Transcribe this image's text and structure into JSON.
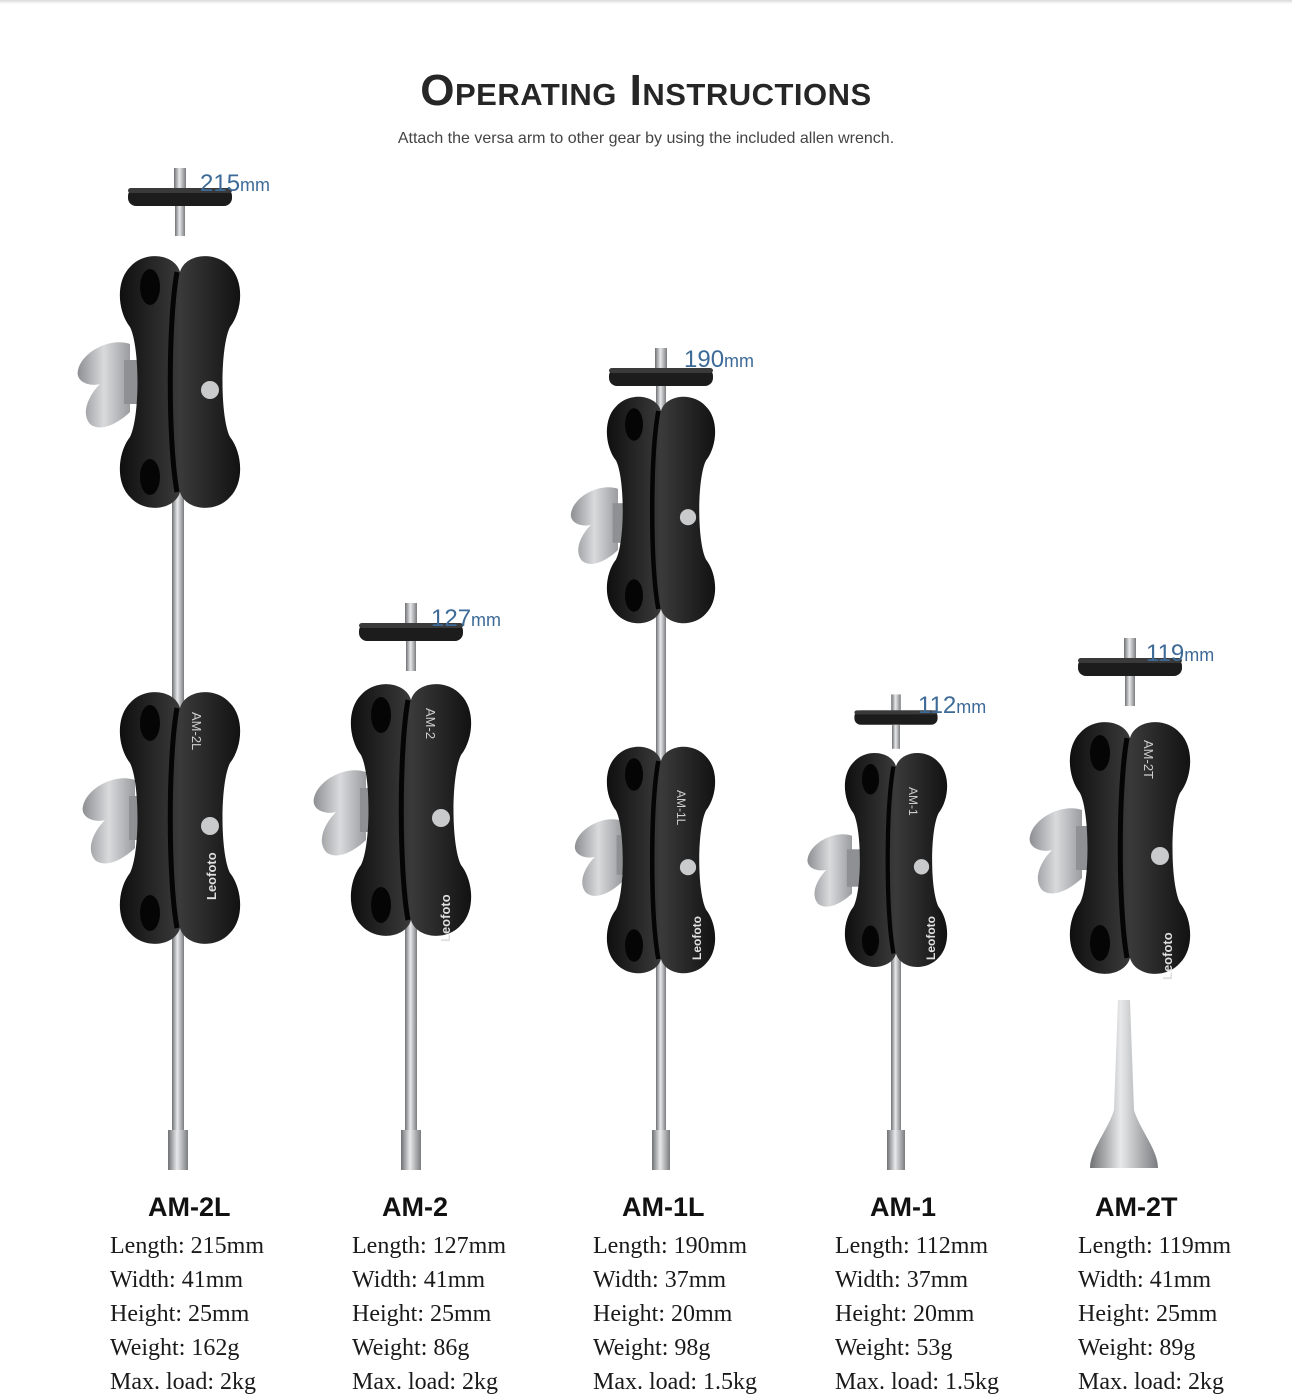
{
  "header": {
    "title": "Operating Instructions",
    "subtitle": "Attach the versa arm to other gear by using the included allen wrench."
  },
  "products": [
    {
      "model": "AM-2L",
      "dim_value": "215",
      "dim_unit": "mm",
      "engraving": "AM-2L",
      "brand": "Leofoto",
      "specs": {
        "length": "Length: 215mm",
        "width": "Width: 41mm",
        "height": "Height: 25mm",
        "weight": "Weight: 162g",
        "max_load": "Max. load: 2kg"
      }
    },
    {
      "model": "AM-2",
      "dim_value": "127",
      "dim_unit": "mm",
      "engraving": "AM-2",
      "brand": "Leofoto",
      "specs": {
        "length": "Length: 127mm",
        "width": "Width: 41mm",
        "height": "Height: 25mm",
        "weight": "Weight: 86g",
        "max_load": "Max. load: 2kg"
      }
    },
    {
      "model": "AM-1L",
      "dim_value": "190",
      "dim_unit": "mm",
      "engraving": "AM-1L",
      "brand": "Leofoto",
      "specs": {
        "length": "Length: 190mm",
        "width": "Width: 37mm",
        "height": "Height: 20mm",
        "weight": "Weight: 98g",
        "max_load": "Max. load: 1.5kg"
      }
    },
    {
      "model": "AM-1",
      "dim_value": "112",
      "dim_unit": "mm",
      "engraving": "AM-1",
      "brand": "Leofoto",
      "specs": {
        "length": "Length: 112mm",
        "width": "Width: 37mm",
        "height": "Height: 20mm",
        "weight": "Weight: 53g",
        "max_load": "Max. load: 1.5kg"
      }
    },
    {
      "model": "AM-2T",
      "dim_value": "119",
      "dim_unit": "mm",
      "engraving": "AM-2T",
      "brand": "Leofoto",
      "specs": {
        "length": "Length: 119mm",
        "width": "Width: 41mm",
        "height": "Height: 25mm",
        "weight": "Weight: 89g",
        "max_load": "Max. load: 2kg"
      }
    }
  ],
  "colors": {
    "dimension": "#3d6a97",
    "body": "#1e1e1e",
    "metal": "#a9abad",
    "text": "#1a1a1a"
  }
}
